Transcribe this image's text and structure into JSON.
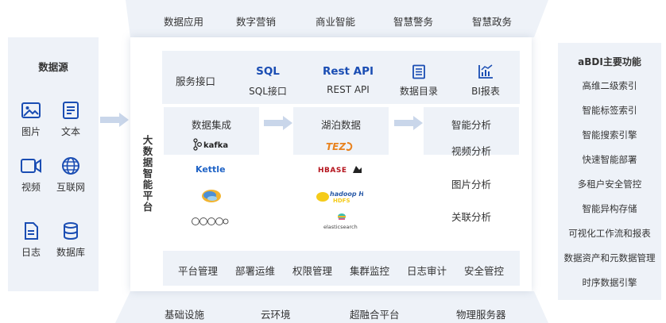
{
  "top_layer": [
    "数据应用",
    "数字营销",
    "商业智能",
    "智慧警务",
    "智慧政务"
  ],
  "bottom_layer": [
    "基础设施",
    "云环境",
    "超融合平台",
    "物理服务器"
  ],
  "data_sources": {
    "title": "数据源",
    "items": [
      {
        "label": "图片",
        "icon": "image-icon"
      },
      {
        "label": "文本",
        "icon": "document-icon"
      },
      {
        "label": "视频",
        "icon": "video-icon"
      },
      {
        "label": "互联网",
        "icon": "globe-icon"
      },
      {
        "label": "日志",
        "icon": "file-icon"
      },
      {
        "label": "数据库",
        "icon": "database-icon"
      }
    ]
  },
  "platform": {
    "title": "大数据智能平台",
    "service_interface_label": "服务接口",
    "interfaces": [
      {
        "title": "SQL",
        "label": "SQL接口"
      },
      {
        "title": "Rest API",
        "label": "REST API"
      },
      {
        "icon": "catalog-icon",
        "label": "数据目录"
      },
      {
        "icon": "bar-chart-icon",
        "label": "BI报表"
      }
    ],
    "integration": {
      "title": "数据集成",
      "logos": [
        "kafka",
        "Kettle",
        "elastic",
        "sqoop"
      ]
    },
    "lake": {
      "title": "湖泊数据",
      "logos": [
        "TEZ",
        "HBASE",
        "hadoop HDFS",
        "elasticsearch"
      ]
    },
    "analysis": {
      "title": "智能分析",
      "items": [
        "视频分析",
        "图片分析",
        "关联分析"
      ]
    },
    "management": [
      "平台管理",
      "部署运维",
      "权限管理",
      "集群监控",
      "日志审计",
      "安全管控"
    ]
  },
  "features": {
    "title": "aBDI主要功能",
    "items": [
      "高维二级索引",
      "智能标签索引",
      "智能搜索引擎",
      "快速智能部署",
      "多租户安全管控",
      "智能异构存储",
      "可视化工作流和报表",
      "数据资产和元数据管理",
      "时序数据引擎"
    ]
  },
  "colors": {
    "accent": "#1a4db3",
    "panel": "#eef2f8",
    "arrow": "#c9d6ea"
  }
}
